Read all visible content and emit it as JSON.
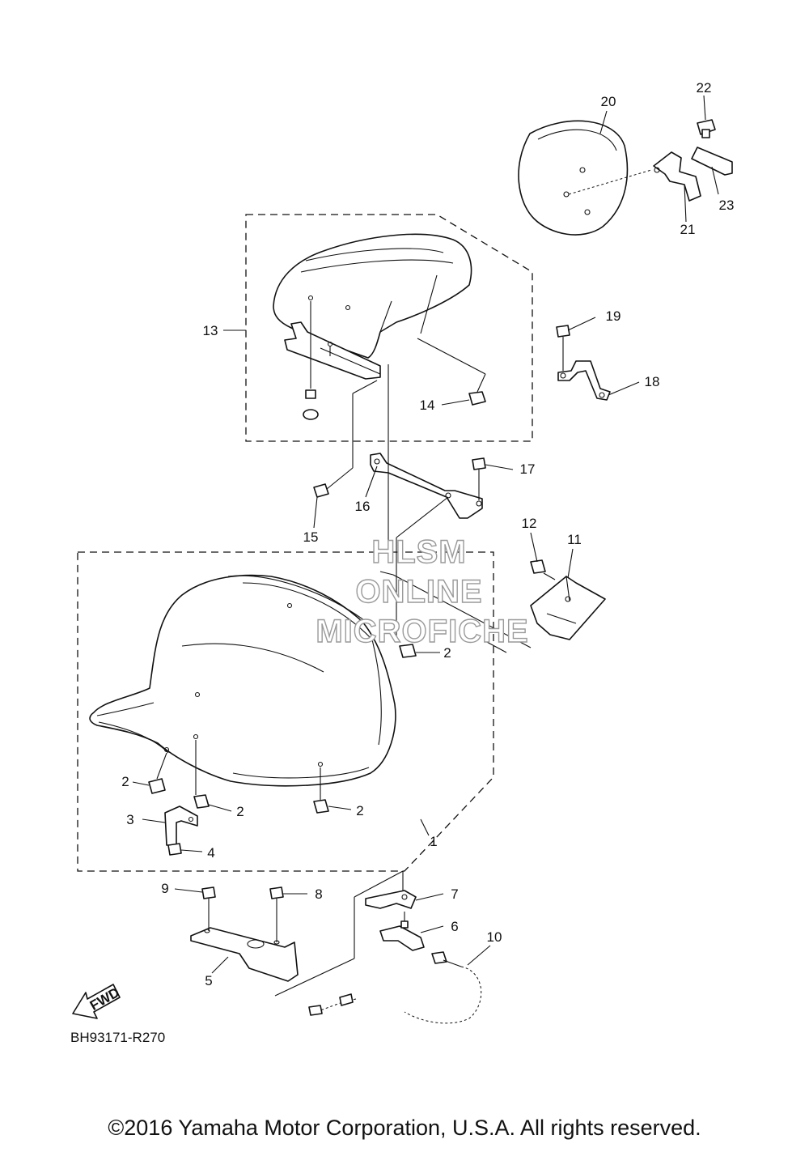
{
  "diagram_code": "BH93171-R270",
  "fwd_label": "FWD",
  "watermark": {
    "line1": "HLSM",
    "line2": "ONLINE",
    "line3": "MICROFICHE"
  },
  "copyright": "©2016 Yamaha Motor Corporation, U.S.A. All rights reserved.",
  "callouts": {
    "c1": "1",
    "c2a": "2",
    "c2b": "2",
    "c2c": "2",
    "c2d": "2",
    "c3": "3",
    "c4": "4",
    "c5": "5",
    "c6": "6",
    "c7": "7",
    "c8": "8",
    "c9": "9",
    "c10": "10",
    "c11": "11",
    "c12": "12",
    "c13": "13",
    "c14": "14",
    "c15": "15",
    "c16": "16",
    "c17": "17",
    "c18": "18",
    "c19": "19",
    "c20": "20",
    "c21": "21",
    "c22": "22",
    "c23": "23"
  }
}
